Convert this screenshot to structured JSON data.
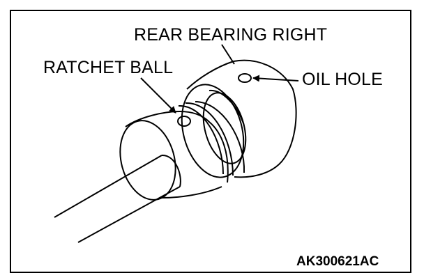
{
  "labels": {
    "rear_bearing_right": "REAR BEARING RIGHT",
    "ratchet_ball": "RATCHET BALL",
    "oil_hole": "OIL HOLE"
  },
  "figure_code": "AK300621AC"
}
